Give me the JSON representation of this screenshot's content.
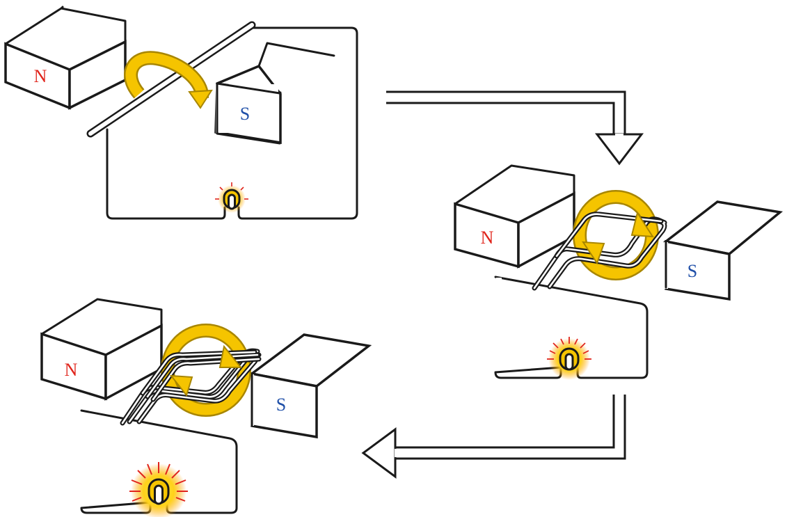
{
  "panels": [
    {
      "id": "single-wire",
      "north_label": "N",
      "south_label": "S",
      "lamp_brightness": 0.3
    },
    {
      "id": "single-loop",
      "north_label": "N",
      "south_label": "S",
      "lamp_brightness": 0.6
    },
    {
      "id": "multi-turn-coil",
      "north_label": "N",
      "south_label": "S",
      "lamp_brightness": 1.0
    }
  ],
  "colors": {
    "north_pole": "#e0241b",
    "south_pole": "#1f4fa8",
    "rotation_arrow": "#f5c400",
    "glow": "#ff7a00"
  }
}
